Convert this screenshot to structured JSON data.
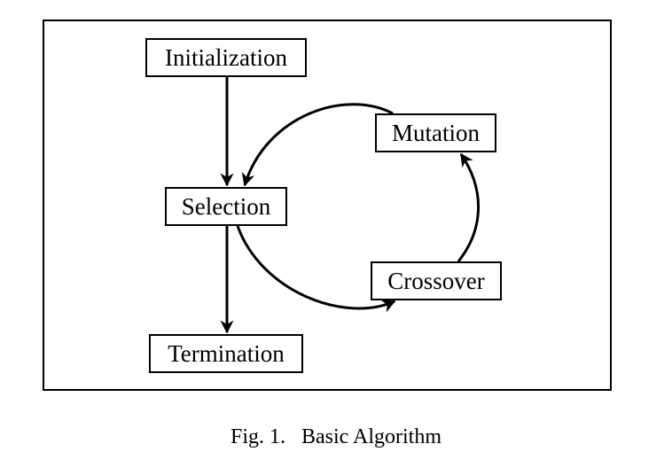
{
  "nodes": {
    "initialization": "Initialization",
    "selection": "Selection",
    "mutation": "Mutation",
    "crossover": "Crossover",
    "termination": "Termination"
  },
  "edges": [
    {
      "from": "Initialization",
      "to": "Selection"
    },
    {
      "from": "Selection",
      "to": "Termination"
    },
    {
      "from": "Selection",
      "to": "Crossover"
    },
    {
      "from": "Crossover",
      "to": "Mutation"
    },
    {
      "from": "Mutation",
      "to": "Selection"
    }
  ],
  "caption": {
    "label": "Fig. 1.",
    "title": "Basic Algorithm"
  }
}
